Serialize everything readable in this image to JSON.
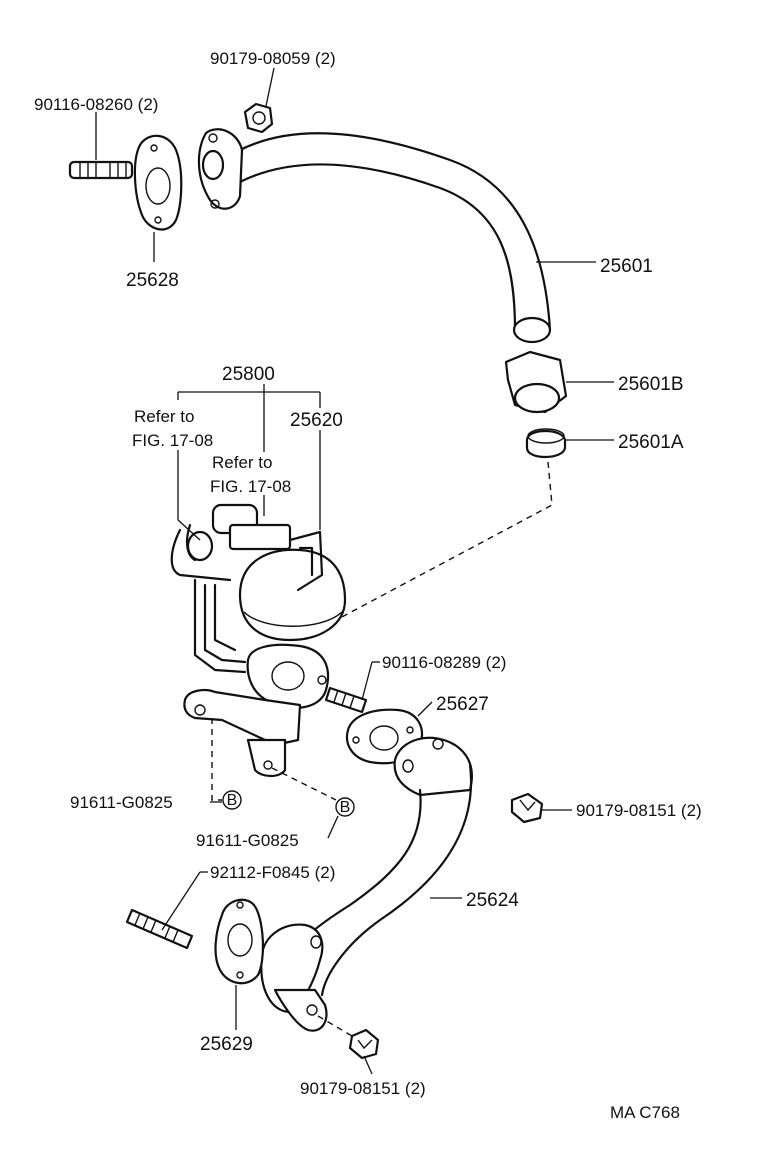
{
  "labels": {
    "bolt_top": "90179-08059 (2)",
    "stud_top": "90116-08260 (2)",
    "gasket_top": "25628",
    "pipe_top": "25601",
    "union_b": "25601B",
    "union_a": "25601A",
    "assembly": "25800",
    "refer_1_line1": "Refer to",
    "refer_1_line2": "FIG. 17-08",
    "refer_2_line1": "Refer to",
    "refer_2_line2": "FIG. 17-08",
    "valve": "25620",
    "stud_mid": "90116-08289 (2)",
    "gasket_mid": "25627",
    "clip_left": "91611-G0825",
    "clip_right": "91611-G0825",
    "clip_mark": "B",
    "nut_right": "90179-08151 (2)",
    "stud_low": "92112-F0845 (2)",
    "pipe_low": "25624",
    "gasket_low": "25629",
    "nut_low": "90179-08151 (2)",
    "footer_code": "MA  C768"
  }
}
